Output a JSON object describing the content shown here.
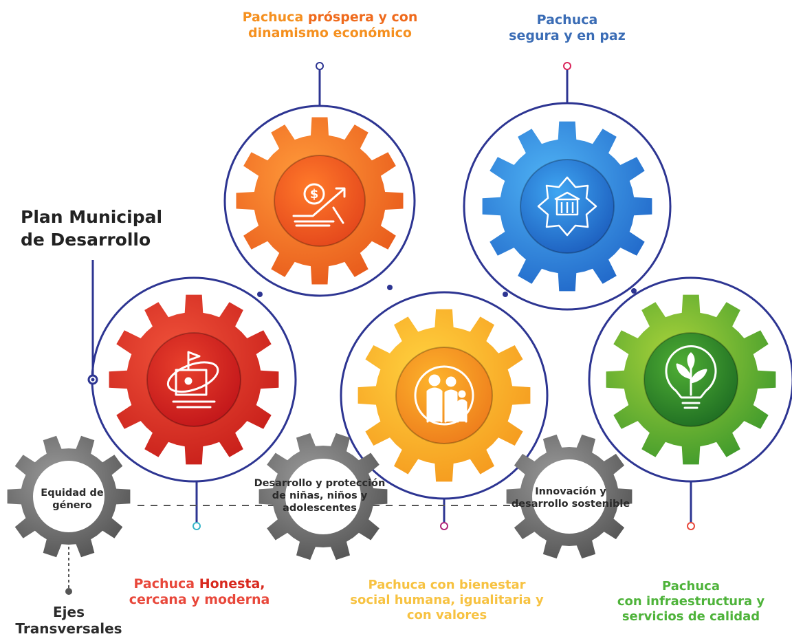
{
  "title": {
    "line1": "Plan Municipal",
    "line2": "de Desarrollo"
  },
  "axes": [
    {
      "id": "prospera",
      "line1_a": "Pachuca ",
      "line1_b": "próspera y con",
      "line2": "dinamismo económico",
      "color": "#f5901f",
      "icon": "money-growth-icon"
    },
    {
      "id": "segura",
      "line1": "Pachuca",
      "line2": "segura y en paz",
      "color": "#3a6cb5",
      "icon": "police-badge-icon"
    },
    {
      "id": "honesta",
      "line1_a": "Pachuca ",
      "line1_b": "Honesta,",
      "line2": "cercana y moderna",
      "color": "#e8473a",
      "icon": "government-building-icon"
    },
    {
      "id": "bienestar",
      "line1": "Pachuca con bienestar",
      "line2": "social humana, igualitaria y",
      "line3": "con valores",
      "color": "#f7c241",
      "icon": "family-icon"
    },
    {
      "id": "infraestructura",
      "line1": "Pachuca",
      "line2": "con infraestructura y",
      "line3": "servicios de calidad",
      "color": "#4eb33a",
      "icon": "plant-lightbulb-icon"
    }
  ],
  "transversal": {
    "title_line1": "Ejes",
    "title_line2": "Transversales",
    "items": [
      {
        "id": "equidad",
        "line1": "Equidad de",
        "line2": "género"
      },
      {
        "id": "ninos",
        "line1": "Desarrollo y protección",
        "line2": "de niñas, niños y",
        "line3": "adolescentes"
      },
      {
        "id": "innovacion",
        "line1": "Innovación y",
        "line2": "desarrollo sostenible"
      }
    ]
  },
  "colors": {
    "line": "#2d3592",
    "orange_gear": "#f57a22",
    "blue_gear": "#2f8ee0",
    "red_gear": "#e23a26",
    "yellow_gear": "#f9b429",
    "green_gear": "#57b231",
    "gray_gear": "#6f6f6f"
  }
}
